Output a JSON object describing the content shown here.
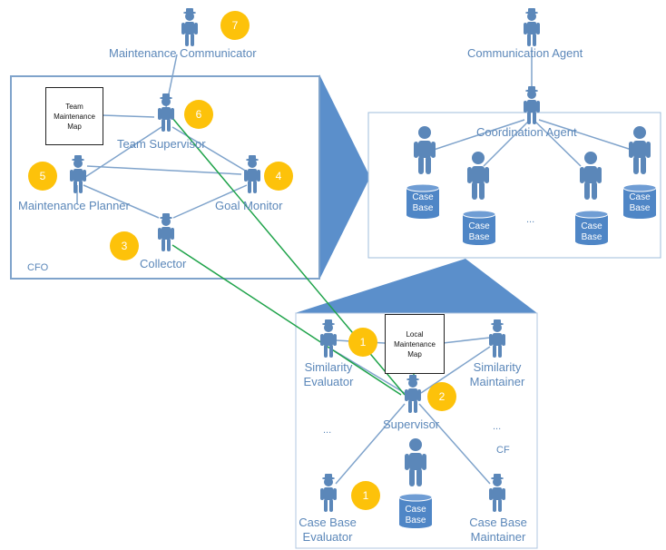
{
  "top_agents": {
    "maintenance_communicator": "Maintenance Communicator",
    "communication_agent": "Communication Agent"
  },
  "cfo": {
    "label": "CFO",
    "team_map": "Team Maintenance Map",
    "team_supervisor": "Team Supervisor",
    "maintenance_planner": "Maintenance Planner",
    "goal_monitor": "Goal Monitor",
    "collector": "Collector"
  },
  "coordination": {
    "coordination_agent": "Coordination Agent",
    "case_base": "Case Base",
    "ellipsis": "..."
  },
  "cf": {
    "label": "CF",
    "local_map": "Local Maintenance Map",
    "similarity_evaluator": "Similarity Evaluator",
    "similarity_maintainer": "Similarity Maintainer",
    "supervisor": "Supervisor",
    "case_base_evaluator": "Case Base Evaluator",
    "case_base_maintainer": "Case Base Maintainer",
    "case_base": "Case Base",
    "ellipsis": "..."
  },
  "badges": {
    "b7": "7",
    "b6": "6",
    "b5": "5",
    "b4": "4",
    "b3": "3",
    "b1a": "1",
    "b2": "2",
    "b1b": "1"
  },
  "colors": {
    "agent": "#5b87b9",
    "line": "#7fa3cb",
    "green": "#1fa34a",
    "badge": "#fdc20a",
    "cylinder": "#4f86c6",
    "triangle": "#5b8fcb"
  }
}
